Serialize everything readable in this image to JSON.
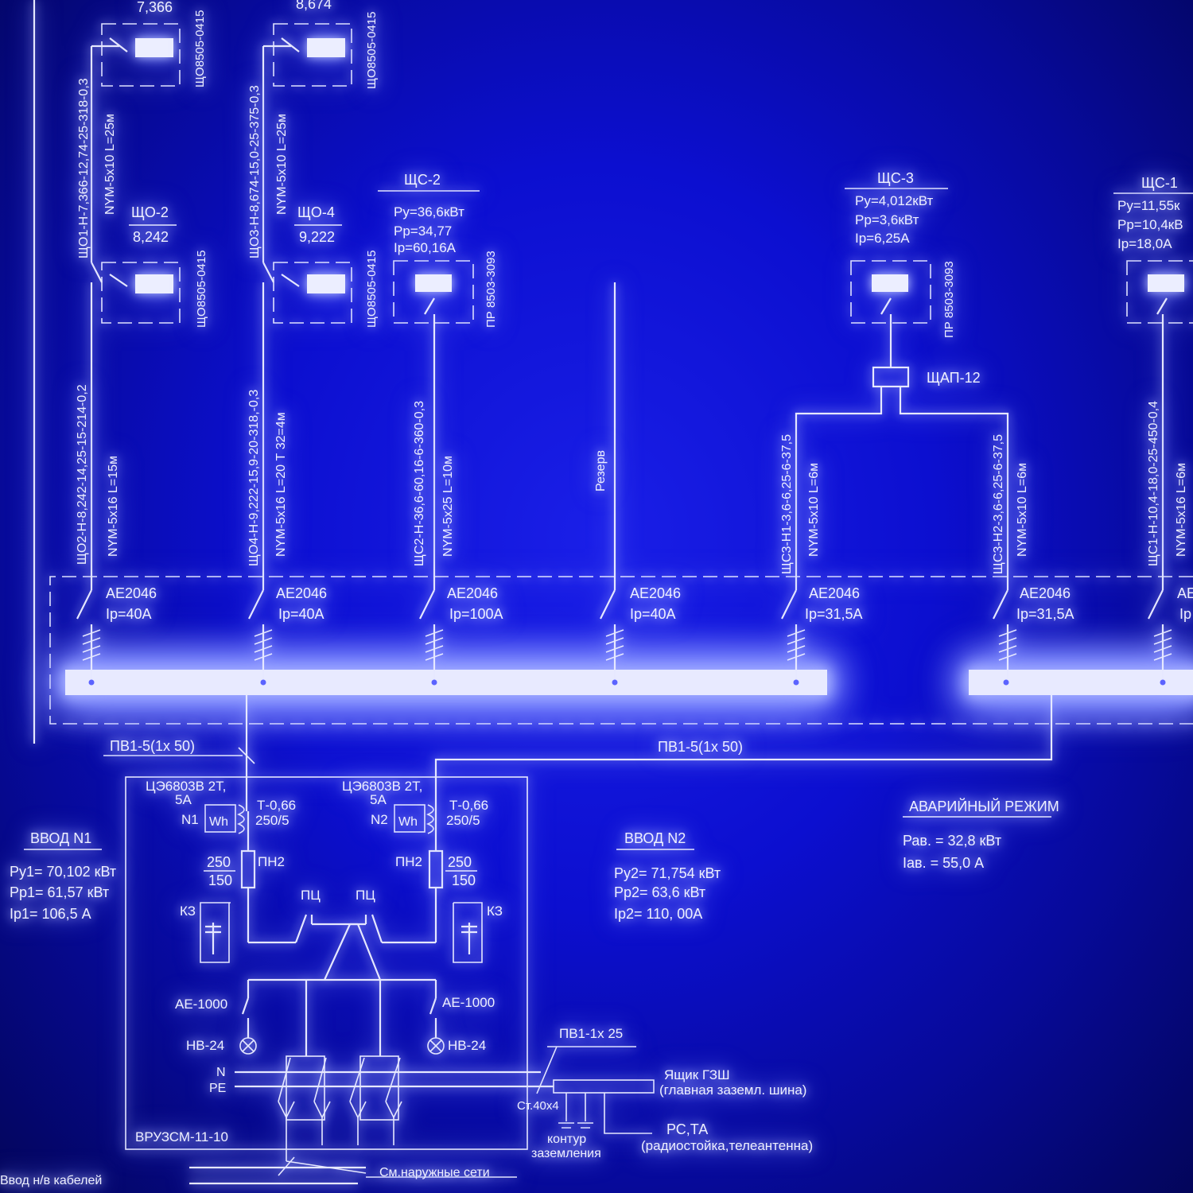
{
  "feeders": [
    {
      "top_value": "7,366",
      "cable_upper": "ЩО1-Н-7,366-12,74-25-318-0,3",
      "cable_upper_type": "NYM-5х10  L=25м",
      "panel_name": "ЩО-2",
      "panel_value": "8,242",
      "panel_type": "ЩО8505-0415",
      "panel_type_top": "ЩО8505-0415",
      "cable": "ЩО2-Н-8,242-14,25-15-214-0,2",
      "cable_type": "NYM-5х16  L=15м",
      "breaker": "АЕ2046",
      "current": "Iр=40А"
    },
    {
      "top_value": "8,674",
      "cable_upper": "ЩО3-Н-8,674-15,0-25-375-0,3",
      "cable_upper_type": "NYM-5х10  L=25м",
      "panel_name": "ЩО-4",
      "panel_value": "9,222",
      "panel_type": "ЩО8505-0415",
      "panel_type_top": "ЩО8505-0415",
      "cable": "ЩО4-Н-9,222-15,9-20-318,-0,3",
      "cable_type": "NYM-5х16  L=20 Т 32=4м",
      "breaker": "АЕ2046",
      "current": "Iр=40А"
    },
    {
      "panel_name": "ЩС-2",
      "ru": "Ру=36,6кВт",
      "rp": "Рр=34,77",
      "ip": "Iр=60,16А",
      "panel_type": "ПР 8503-3093",
      "cable": "ЩС2-Н-36,6-60,16-6-360-0,3",
      "cable_type": "NYM-5х25  L=10м",
      "breaker": "АЕ2046",
      "current": "Iр=100А"
    },
    {
      "cable": "Резерв",
      "breaker": "АЕ2046",
      "current": "Iр=40А"
    },
    {
      "cable": "ЩС3-Н1-3,6-6,25-6-37,5",
      "cable_type": "NYM-5х10  L=6м",
      "breaker": "АЕ2046",
      "current": "Iр=31,5А"
    },
    {
      "cable": "ЩС3-Н2-3,6-6,25-6-37,5",
      "cable_type": "NYM-5х10  L=6м",
      "breaker": "АЕ2046",
      "current": "Iр=31,5А"
    },
    {
      "panel_name": "ЩС-1",
      "ru": "Ру=11,55к",
      "rp": "Рр=10,4кВ",
      "ip": "Iр=18,0А",
      "cable": "ЩС1-Н-10,4-18,0-25-450-0,4",
      "cable_type": "NYM-5х16  L=6м",
      "breaker": "АЕ",
      "current": "Iр"
    }
  ],
  "shs3": {
    "name": "ЩС-3",
    "ru": "Ру=4,012кВт",
    "rp": "Рр=3,6кВт",
    "ip": "Iр=6,25А",
    "type": "ПР 8503-3093",
    "shap": "ЩАП-12"
  },
  "feed_cable_1": "ПВ1-5(1х 50)",
  "feed_cable_2": "ПВ1-5(1х 50)",
  "meter1": {
    "model": "ЦЭ6803В 2Т,",
    "amp": "5А",
    "n": "N1",
    "wh": "Wh",
    "ct": "Т-0,66",
    "ratio": "250/5"
  },
  "meter2": {
    "model": "ЦЭ6803В 2Т,",
    "amp": "5А",
    "n": "N2",
    "wh": "Wh",
    "ct": "Т-0,66",
    "ratio": "250/5"
  },
  "fuse_top": "250",
  "fuse_bottom": "150",
  "fuse_label": "ПН2",
  "kz": "КЗ",
  "pc": "ПЦ",
  "ae1000": "АЕ-1000",
  "hv24": "НВ-24",
  "n_label": "N",
  "pe_label": "PE",
  "vru": "ВРУЗСМ-11-10",
  "pv_ground": "ПВ1-1х 25",
  "gzsh_1": "Ящик ГЗШ",
  "gzsh_2": "(главная заземл. шина)",
  "st": "Ст.40х4",
  "kontur_1": "контур",
  "kontur_2": "заземления",
  "rs_1": "РС,ТА",
  "rs_2": "(радиостойка,телеантенна)",
  "vvod_kab": "Ввод н/в кабелей",
  "sm_seti": "См.наружные сети",
  "vvod1": {
    "title": "ВВОД N1",
    "ru": "Ру1= 70,102 кВт",
    "rp": "Рр1= 61,57 кВт",
    "ip": "Iр1= 106,5 А"
  },
  "vvod2": {
    "title": "ВВОД N2",
    "ru": "Ру2= 71,754 кВт",
    "rp": "Рр2= 63,6 кВт",
    "ip": "Iр2= 110, 00А"
  },
  "avar": {
    "title": "АВАРИЙНЫЙ РЕЖИМ",
    "p": "Рав. = 32,8 кВт",
    "i": "Iав. = 55,0 А"
  }
}
